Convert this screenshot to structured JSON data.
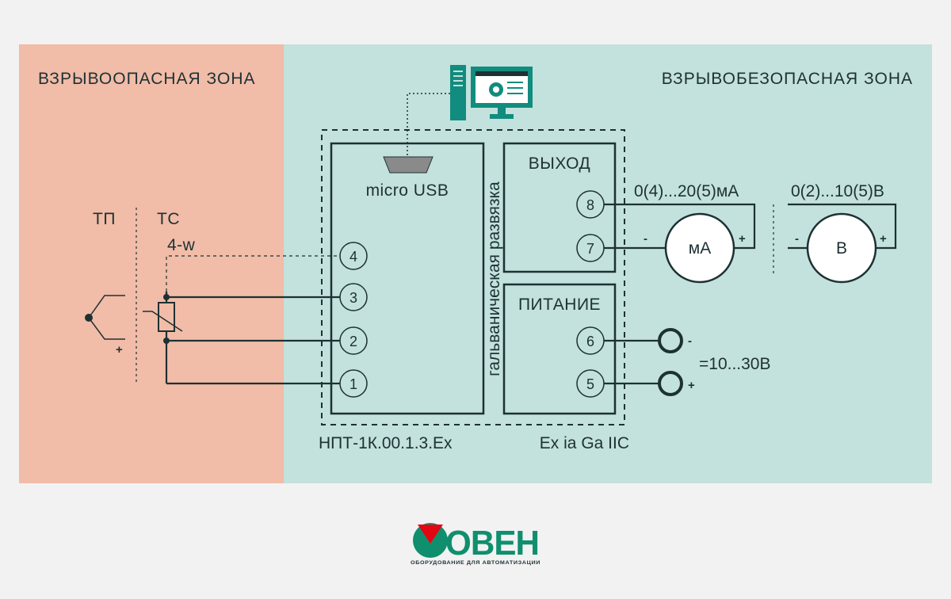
{
  "zones": {
    "hazardous_title": "ВЗРЫВООПАСНАЯ ЗОНА",
    "safe_title": "ВЗРЫВОБЕЗОПАСНАЯ ЗОНА"
  },
  "sensor": {
    "tp_label": "ТП",
    "tc_label": "ТС",
    "wires_label": "4-w",
    "plus_label": "+"
  },
  "device": {
    "usb_label": "micro USB",
    "isolation_label": "гальваническая развязка",
    "output_title": "ВЫХОД",
    "power_title": "ПИТАНИЕ",
    "model_label": "НПТ-1К.00.1.3.Ex",
    "ex_label": "Ex ia Ga IIC",
    "input_terminals": [
      "4",
      "3",
      "2",
      "1"
    ],
    "output_terminals": [
      "8",
      "7"
    ],
    "power_terminals": [
      "6",
      "5"
    ]
  },
  "output": {
    "current_range": "0(4)...20(5)мА",
    "voltage_range": "0(2)...10(5)В",
    "ammeter_label": "мА",
    "voltmeter_label": "В",
    "minus": "-",
    "plus": "+"
  },
  "power": {
    "minus": "-",
    "plus": "+",
    "voltage_label": "=10...30В"
  },
  "logo": {
    "brand": "ОВЕН",
    "tagline": "ОБОРУДОВАНИЕ ДЛЯ АВТОМАТИЗАЦИИ"
  },
  "colors": {
    "hazardous_zone": "#f1bca8",
    "safe_zone": "#c3e1dd",
    "line": "#1d3133",
    "accent": "#118c7e",
    "logo_red": "#e30613",
    "logo_green": "#0f8f6e"
  }
}
